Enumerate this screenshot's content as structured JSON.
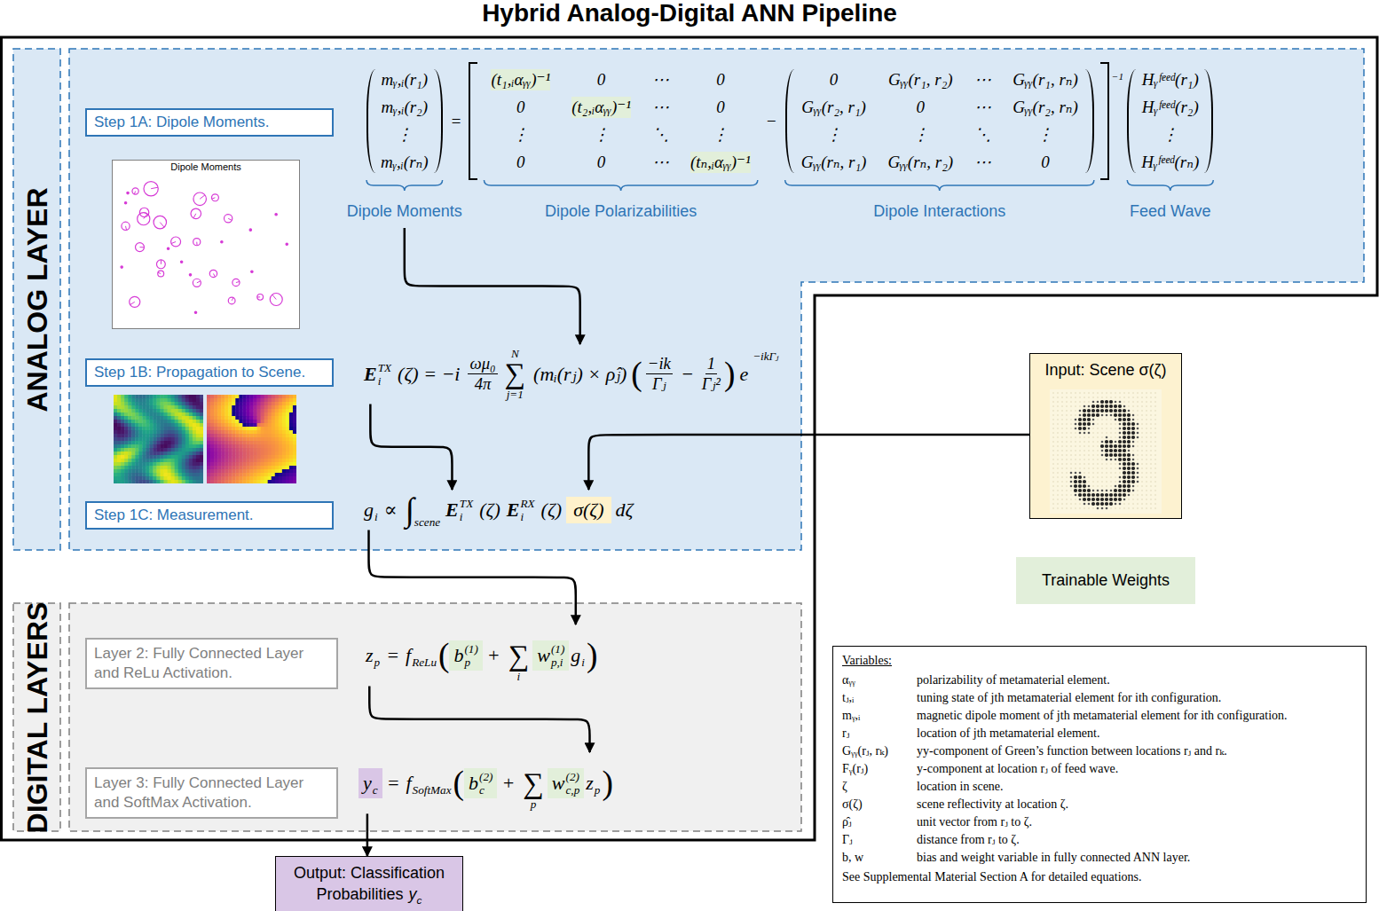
{
  "diagram": {
    "title": "Hybrid Analog-Digital ANN Pipeline",
    "nodes": [
      {
        "text": [
          "ANALOG LAYER"
        ]
      },
      {
        "text": [
          "Step 1A: Dipole Moments."
        ],
        "in": 0
      },
      {
        "text": [
          "Dipole Moments"
        ],
        "in": 0
      },
      {
        "text": [
          "mᵧ,ᵢ(r₁)",
          "mᵧ,ᵢ(r₂)",
          "⋮",
          "mᵧ,ᵢ(rₙ)",
          "=",
          "(t₁,ᵢαᵧᵧ)⁻¹",
          "0",
          "⋯",
          "0",
          "0",
          "(t₂,ᵢαᵧᵧ)⁻¹",
          "⋯",
          "0",
          "⋮",
          "⋮",
          "⋱",
          "⋮",
          "0",
          "0",
          "⋯",
          "(tₙ,ᵢαᵧᵧ)⁻¹",
          "−",
          "0",
          "Gᵧᵧ(r₁, r₂)",
          "⋯",
          "Gᵧᵧ(r₁, rₙ)",
          "Gᵧᵧ(r₂, r₁)",
          "0",
          "⋯",
          "Gᵧᵧ(r₂, rₙ)",
          "⋮",
          "⋮",
          "⋱",
          "⋮",
          "Gᵧᵧ(rₙ, r₁)",
          "Gᵧᵧ(rₙ, r₂)",
          "⋯",
          "0",
          "−1",
          "Hᵧᶠᵉᵉᵈ(r₁)",
          "Hᵧᶠᵉᵉᵈ(r₂)",
          "⋮",
          "Hᵧᶠᵉᵉᵈ(rₙ)",
          "Dipole Moments",
          "Dipole Polarizabilities",
          "Dipole Interactions",
          "Feed Wave"
        ],
        "in": 0
      },
      {
        "text": [
          "Step 1B: Propagation to Scene."
        ],
        "in": 0
      },
      {
        "text": [
          "E",
          "i",
          "TX",
          "(ζ) = −i",
          "ωμ₀",
          "4π",
          "N",
          "∑",
          "j=1",
          "(mᵢ(rⱼ) × ρ̂ⱼ)",
          "(",
          "−ik",
          "Γⱼ",
          "−",
          "1",
          "Γⱼ²",
          ")",
          "e",
          "−ikΓⱼ"
        ],
        "in": 0
      },
      {
        "text": [
          "Step 1C: Measurement."
        ],
        "in": 0
      },
      {
        "text": [
          "g",
          "i",
          "∝",
          "∫",
          "scene",
          "E",
          "i",
          "TX",
          "(ζ)",
          "E",
          "i",
          "RX",
          "(ζ)",
          "σ(ζ)",
          "dζ"
        ],
        "in": 0
      },
      {
        "text": [
          "Input: Scene σ(ζ)"
        ]
      },
      {
        "text": [
          "DIGITAL LAYERS"
        ]
      },
      {
        "text": [
          "Layer 2: Fully Connected Layer and ReLu Activation."
        ],
        "in": 9
      },
      {
        "text": [
          "z",
          "p",
          "=",
          "f",
          "ReLu",
          "(",
          "b",
          "p",
          "(1)",
          "+",
          "∑",
          "i",
          "w",
          "p,i",
          "(1)",
          "g",
          "i",
          ")"
        ],
        "in": 9
      },
      {
        "text": [
          "Layer 3: Fully Connected Layer and SoftMax Activation."
        ],
        "in": 9
      },
      {
        "text": [
          "y",
          "c",
          "=",
          "f",
          "SoftMax",
          "(",
          "b",
          "c",
          "(2)",
          "+",
          "∑",
          "p",
          "w",
          "c,p",
          "(2)",
          "z",
          "p",
          ")"
        ],
        "in": 9
      },
      {
        "text": [
          "Output: Classification Probabilities",
          "y",
          "c"
        ]
      },
      {
        "text": [
          "Variables:",
          "αᵧᵧ",
          "polarizability of metamaterial element.",
          "tⱼ,ᵢ",
          "tuning state of jth metamaterial element for ith configuration.",
          "mᵧ,ᵢ",
          "magnetic dipole moment of jth metamaterial element for ith configuration.",
          "rⱼ",
          "location of jth metamaterial element.",
          "Gᵧᵧ(rⱼ, rₖ)",
          "yy-component of Green’s function between locations rⱼ and rₖ.",
          "Fᵧ(rⱼ)",
          "y-component at location rⱼ of feed wave.",
          "ζ",
          "location in scene.",
          "σ(ζ)",
          "scene reflectivity at location ζ.",
          "ρ̂ⱼ",
          "unit vector from rⱼ to ζ.",
          "Γⱼ",
          "distance from rⱼ to ζ.",
          "b, w",
          "bias and weight variable in fully connected ANN layer.",
          "See Supplemental Material Section A for detailed equations."
        ]
      }
    ],
    "edges": [
      {
        "from": 3,
        "to": 5,
        "arrow": "to"
      },
      {
        "from": 5,
        "to": 7,
        "arrow": "to"
      },
      {
        "from": 8,
        "to": 7,
        "arrow": "to"
      },
      {
        "from": 7,
        "to": 11,
        "arrow": "to"
      },
      {
        "from": 11,
        "to": 13,
        "arrow": "to"
      },
      {
        "from": 13,
        "to": 14,
        "arrow": "to"
      }
    ],
    "legend": [
      {
        "text": "Trainable Weights",
        "color": "#e2efda"
      }
    ]
  }
}
